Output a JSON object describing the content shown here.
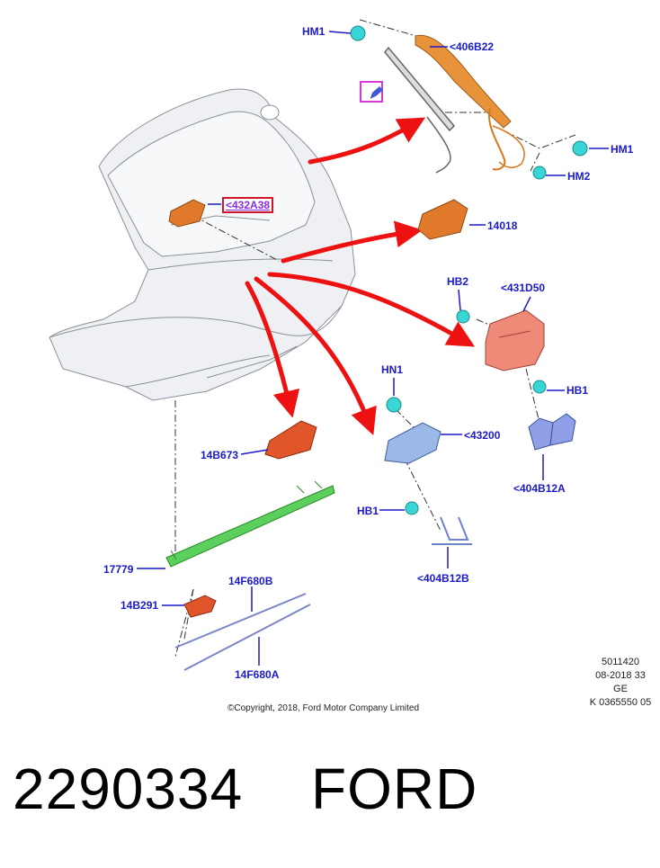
{
  "callouts": {
    "hm1_top": "HM1",
    "p406b22": "<406B22",
    "hm1_right": "HM1",
    "hm2": "HM2",
    "p432a38": "<432A38",
    "p14018": "14018",
    "hb2": "HB2",
    "p431d50": "<431D50",
    "hn1": "HN1",
    "hb1_right": "HB1",
    "p43200": "<43200",
    "p14b673": "14B673",
    "p404b12a": "<404B12A",
    "hb1_left": "HB1",
    "p17779": "17779",
    "p404b12b": "<404B12B",
    "p14f680b": "14F680B",
    "p14b291": "14B291",
    "p14f680a": "14F680A"
  },
  "copyright": "©Copyright, 2018, Ford Motor Company Limited",
  "doc_info": {
    "line1": "5011420",
    "line2": "08-2018 33",
    "line3": "GE",
    "line4": "K 0365550 05"
  },
  "part_number": "2290334",
  "brand": "FORD",
  "colors": {
    "callout_text": "#1a1acc",
    "arrow_red": "#ee1111",
    "part_orange": "#e07a2a",
    "part_salmon": "#f08a78",
    "part_green": "#5cd05c",
    "part_blue": "#8fa8e8",
    "fastener_cyan": "#3ad6d6",
    "edit_icon_border": "#d63ad6"
  },
  "icons": {
    "edit": "edit-pencil-icon"
  }
}
